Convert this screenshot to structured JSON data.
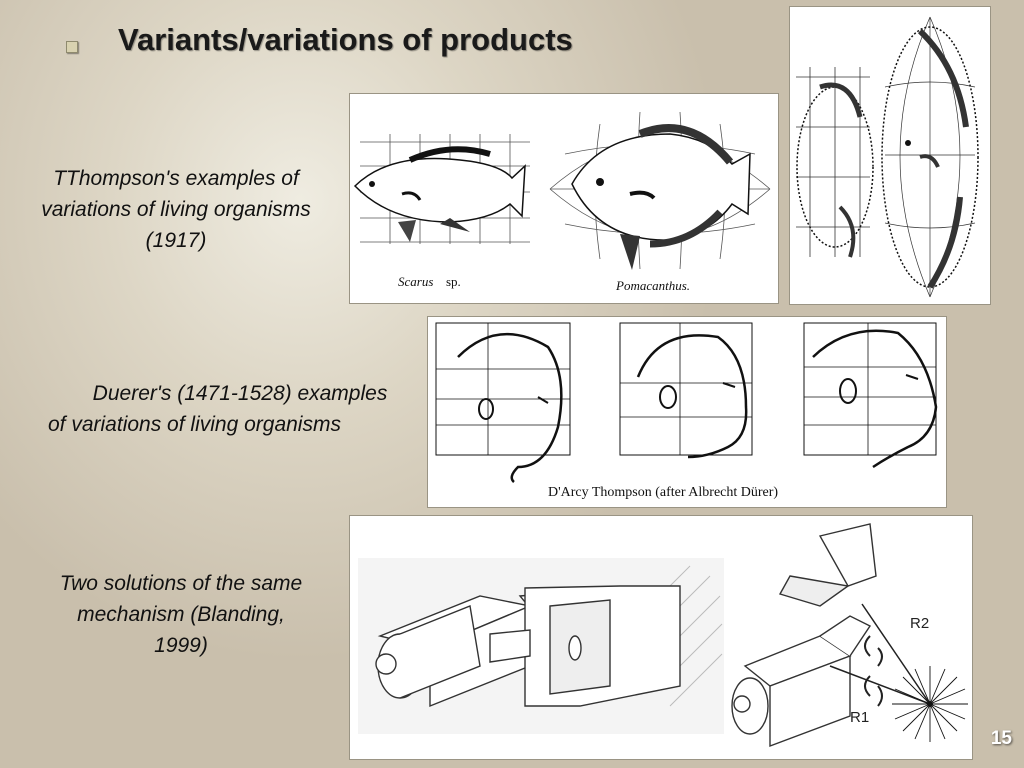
{
  "slide": {
    "title": "Variants/variations of products",
    "page_number": "15"
  },
  "sections": [
    {
      "caption_lines": [
        "TThompson's examples of",
        "variations of living organisms",
        "(1917)"
      ],
      "fish_labels": [
        "Scarus",
        "sp.",
        "Pomacanthus."
      ]
    },
    {
      "caption_lines": [
        "Duerer's (1471-1528) examples",
        "of variations of living organisms"
      ],
      "figure_caption": "D'Arcy Thompson (after Albrecht Dürer)"
    },
    {
      "caption_lines": [
        "Two solutions of the same",
        "mechanism (Blanding,",
        "1999)"
      ],
      "mechanism_labels": [
        "R2",
        "R1"
      ]
    }
  ]
}
